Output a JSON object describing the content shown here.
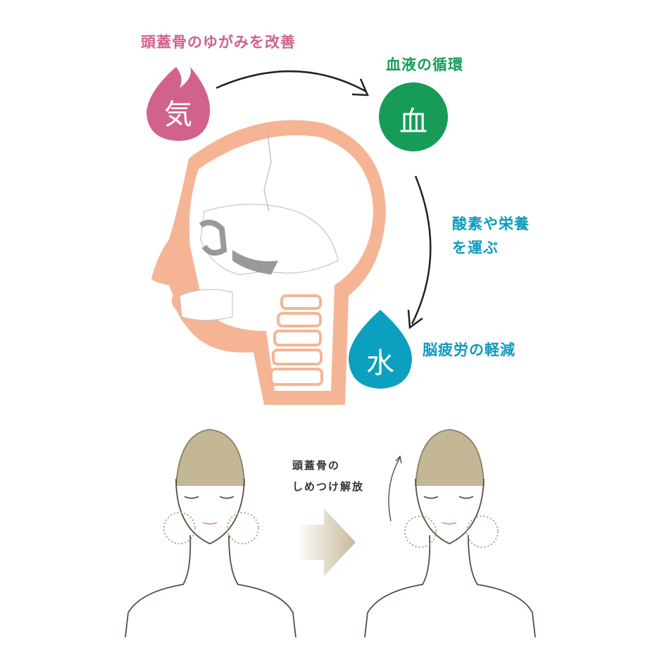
{
  "labels": {
    "skull_correction": "頭蓋骨のゆがみを改善",
    "blood_circulation": "血液の循環",
    "oxygen_line1": "酸素や栄養",
    "oxygen_line2": "を運ぶ",
    "brain_fatigue": "脳疲労の軽減",
    "release_line1": "頭蓋骨の",
    "release_line2": "しめつけ解放"
  },
  "icons": {
    "ki": {
      "glyph": "気",
      "shape": "flame-icon",
      "color": "#d0628c"
    },
    "blood": {
      "glyph": "血",
      "shape": "circle-icon",
      "color": "#179c57"
    },
    "water": {
      "glyph": "水",
      "shape": "drop-icon",
      "color": "#0b9fc0"
    }
  },
  "colors": {
    "skin": "#f5b594",
    "arrow": "#c8b99a"
  }
}
